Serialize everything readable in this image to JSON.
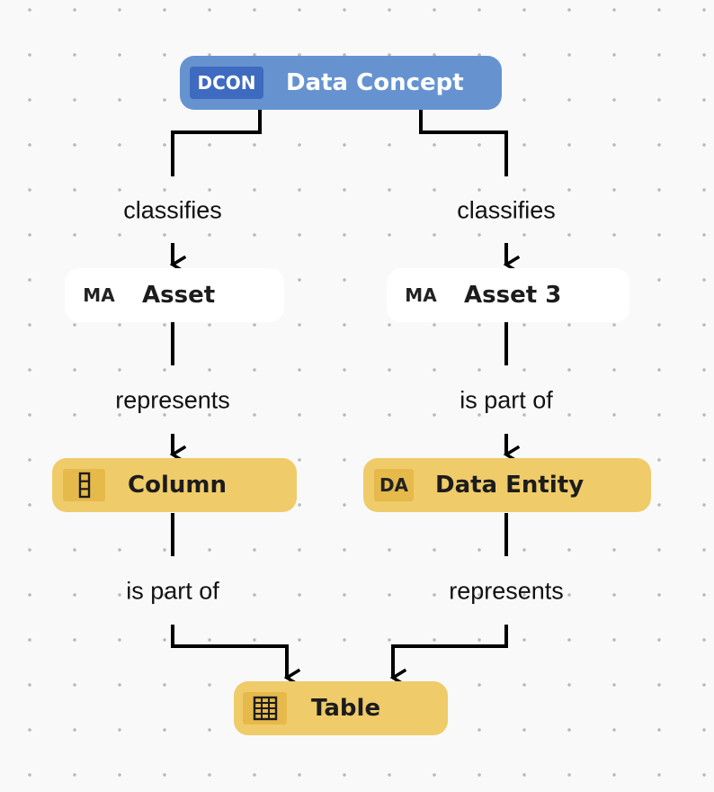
{
  "diagram": {
    "nodes": {
      "data_concept": {
        "badge": "DCON",
        "title": "Data Concept",
        "color": "#6693d0"
      },
      "asset": {
        "badge": "MA",
        "title": "Asset",
        "color": "#ffffff"
      },
      "asset3": {
        "badge": "MA",
        "title": "Asset 3",
        "color": "#ffffff"
      },
      "column": {
        "badge_icon": "column-icon",
        "title": "Column",
        "color": "#efcb69"
      },
      "data_entity": {
        "badge": "DA",
        "title": "Data Entity",
        "color": "#efcb69"
      },
      "table": {
        "badge_icon": "table-icon",
        "title": "Table",
        "color": "#efcb69"
      }
    },
    "edges": {
      "concept_to_asset": "classifies",
      "concept_to_asset3": "classifies",
      "asset_to_column": "represents",
      "asset3_to_entity": "is part of",
      "column_to_table": "is part of",
      "entity_to_table": "represents"
    }
  }
}
